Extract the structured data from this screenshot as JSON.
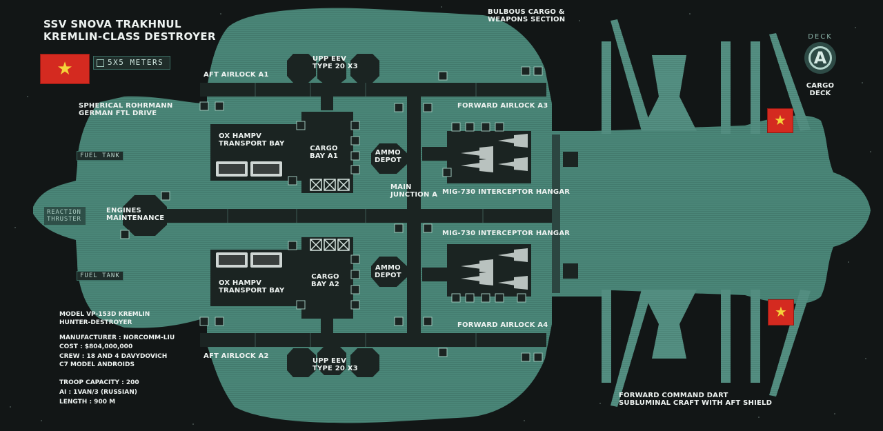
{
  "title": {
    "line1": "SSV SNOVA TRAKHNUL",
    "line2": "KREMLIN-CLASS DESTROYER"
  },
  "scale_label": "5X5 METERS",
  "deck": {
    "label": "DECK",
    "letter": "A",
    "caption": "CARGO\nDECK"
  },
  "colors": {
    "hull": "#4a8678",
    "corridor": "#1b2422",
    "flag_red": "#d42a20",
    "flag_star": "#f5d23a"
  },
  "labels": {
    "bulbous": "BULBOUS CARGO &\nWEAPONS SECTION",
    "upp_eev_top": "UPP EEV\nTYPE 20 X3",
    "upp_eev_bottom": "UPP EEV\nTYPE 20 X3",
    "aft_airlock_a1": "AFT AIRLOCK A1",
    "aft_airlock_a2": "AFT AIRLOCK A2",
    "forward_airlock_a3": "FORWARD AIRLOCK A3",
    "forward_airlock_a4": "FORWARD AIRLOCK A4",
    "ftl_drive": "SPHERICAL ROHRMANN\nGERMAN FTL DRIVE",
    "fuel_tank_top": "FUEL TANK",
    "fuel_tank_bottom": "FUEL TANK",
    "reaction_thruster": "REACTION\nTHRUSTER",
    "engines_maintenance": "ENGINES\nMAINTENANCE",
    "transport_bay_top": "OX HAMPV\nTRANSPORT BAY",
    "transport_bay_bottom": "OX HAMPV\nTRANSPORT BAY",
    "cargo_bay_a1": "CARGO\nBAY A1",
    "cargo_bay_a2": "CARGO\nBAY A2",
    "ammo_depot_top": "AMMO\nDEPOT",
    "ammo_depot_bottom": "AMMO\nDEPOT",
    "main_junction": "MAIN\nJUNCTION A",
    "hangar_top": "MIG-730 INTERCEPTOR HANGAR",
    "hangar_bottom": "MIG-730 INTERCEPTOR HANGAR",
    "command_dart": "FORWARD COMMAND DART\nSUBLUMINAL CRAFT WITH AFT SHIELD"
  },
  "specs": {
    "model": "MODEL VP-153D KREMLIN\nHUNTER-DESTROYER",
    "manufacturer": "MANUFACTURER : NORCOMM-LIU",
    "cost": "COST : $804,000,000",
    "crew": "CREW : 18 AND 4 DAVYDOVICH\nC7 MODEL ANDROIDS",
    "troops": "TROOP CAPACITY : 200",
    "ai": "AI : 1VAN/3 (RUSSIAN)",
    "length": "LENGTH : 900 M"
  },
  "icons": [
    "flag-star-icon",
    "cargo-crate-icon",
    "vehicle-icon",
    "aircraft-icon",
    "panel-icon",
    "locker-icon",
    "deck-a-icon"
  ]
}
